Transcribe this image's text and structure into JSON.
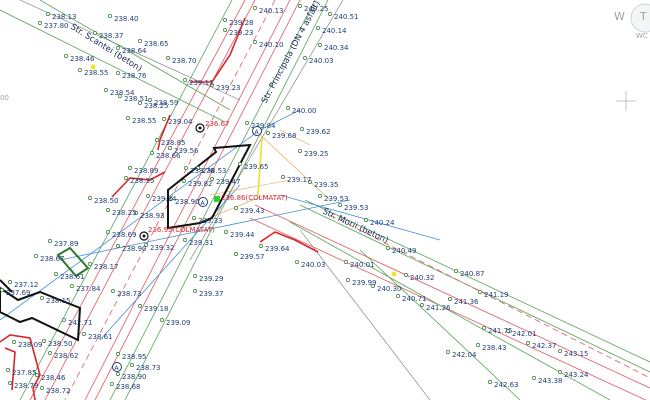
{
  "viewcube": {
    "compass_west": "W",
    "top_label": "T",
    "wcs_label": "WC"
  },
  "edge_label": "00",
  "road_names": [
    {
      "id": "scantei",
      "text": "Str. Scantei (beton)"
    },
    {
      "id": "principala",
      "text": "Str. Principala (DN 4 asfalt)"
    },
    {
      "id": "morii",
      "text": "Str. Morii (beton)"
    }
  ],
  "special_labels": [
    {
      "id": "red1",
      "text": "236.67"
    },
    {
      "id": "red2",
      "text": "236.86(COLMATAT)"
    },
    {
      "id": "red3",
      "text": "236.95(COLMATAT)"
    }
  ],
  "elevations": [
    "238.13",
    "238.40",
    "239.28",
    "240.25",
    "240.13",
    "240.51",
    "237.80",
    "238.37",
    "239.23",
    "240.14",
    "238.46",
    "238.64",
    "238.65",
    "240.10",
    "240.34",
    "238.55",
    "238.76",
    "238.70",
    "240.03",
    "239.11",
    "239.23",
    "238.54",
    "238.59",
    "238.51",
    "238.25",
    "240.00",
    "238.55",
    "239.04",
    "239.84",
    "239.62",
    "239.68",
    "238.85",
    "239.56",
    "239.25",
    "238.66",
    "238.89",
    "238.53",
    "238.76",
    "239.65",
    "238.35",
    "239.82",
    "239.17",
    "239.47",
    "239.35",
    "239.53",
    "238.90",
    "239.34",
    "238.50",
    "238.93",
    "239.43",
    "239.53",
    "240.24",
    "238.25",
    "239.33",
    "238.69",
    "239.31",
    "239.44",
    "239.64",
    "240.49",
    "238.90",
    "239.32",
    "238.67",
    "239.57",
    "240.03",
    "240.01",
    "240.32",
    "240.87",
    "237.89",
    "238.17",
    "239.29",
    "239.99",
    "240.30",
    "241.19",
    "238.61",
    "237.84",
    "239.37",
    "238.73",
    "240.71",
    "241.26",
    "237.12",
    "238.15",
    "239.18",
    "241.36",
    "237.69",
    "239.09",
    "241.75",
    "242.71",
    "238.61",
    "238.43",
    "242.01",
    "242.37",
    "238.09",
    "238.50",
    "242.04",
    "243.15",
    "238.62",
    "238.95",
    "243.24",
    "238.73",
    "237.85",
    "238.46",
    "242.63",
    "243.38",
    "238.79",
    "238.68",
    "238.72",
    "238.90"
  ],
  "colors": {
    "background": "#ffffff",
    "road_edge": "#e05a63",
    "curb": "#5aa45a",
    "utility": "#4a8fd9",
    "contour": "#e0a04a",
    "elevation_text": "#1f3f7a",
    "red_feature": "#d8262b",
    "black_outline": "#111111",
    "yellow_line": "#e8e020"
  }
}
